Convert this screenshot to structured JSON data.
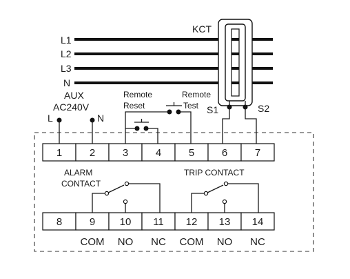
{
  "lines": [
    {
      "label": "L1"
    },
    {
      "label": "L2"
    },
    {
      "label": "L3"
    },
    {
      "label": "N"
    }
  ],
  "kct": {
    "label": "KCT",
    "s1": "S1",
    "s2": "S2"
  },
  "aux": {
    "title": "AUX",
    "voltage": "AC240V",
    "l": "L",
    "n": "N"
  },
  "remote_reset": {
    "line1": "Remote",
    "line2": "Reset"
  },
  "remote_test": {
    "line1": "Remote",
    "line2": "Test"
  },
  "top_terminals": [
    "1",
    "2",
    "3",
    "4",
    "5",
    "6",
    "7"
  ],
  "bottom_terminals": [
    "8",
    "9",
    "10",
    "11",
    "12",
    "13",
    "14"
  ],
  "alarm_contact": {
    "line1": "ALARM",
    "line2": "CONTACT"
  },
  "trip_contact": {
    "label": "TRIP CONTACT"
  },
  "bottom_labels": [
    "COM",
    "NO",
    "NC",
    "COM",
    "NO",
    "NC"
  ]
}
